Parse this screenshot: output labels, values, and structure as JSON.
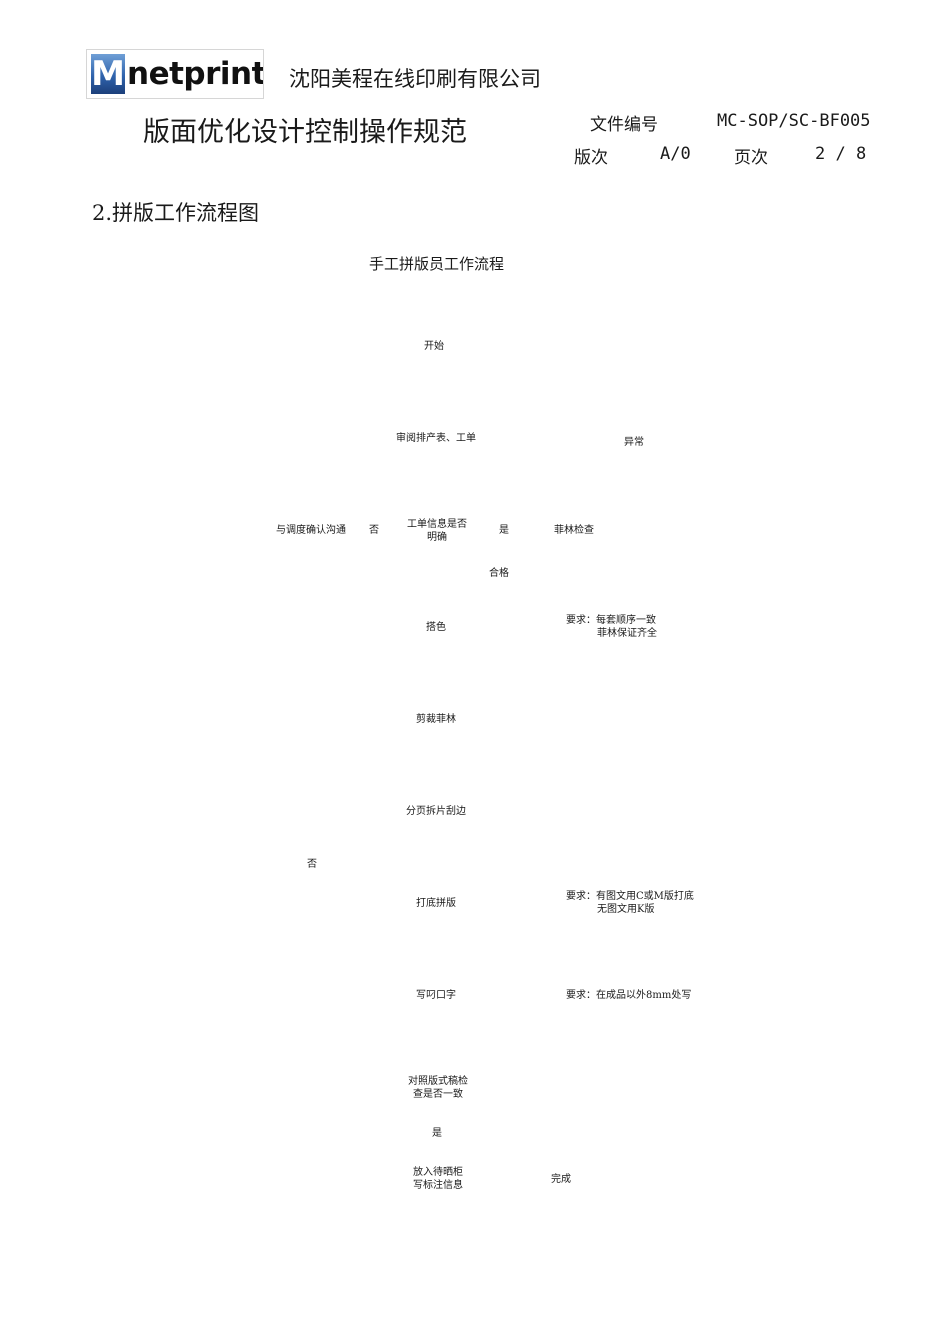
{
  "header": {
    "logo": {
      "mark": "M",
      "word": "netprint"
    },
    "company": "沈阳美程在线印刷有限公司",
    "doc_title": "版面优化设计控制操作规范",
    "file_no_label": "文件编号",
    "file_no": "MC-SOP/SC-BF005",
    "version_label": "版次",
    "version": "A/0",
    "page_label": "页次",
    "page": "2 / 8"
  },
  "section_heading": "2.拼版工作流程图",
  "flowchart": {
    "title": "手工拼版员工作流程",
    "start": "开始",
    "review": "审阅排产表、工单",
    "exception": "异常",
    "confirm": "与调度确认沟通",
    "no_1": "否",
    "decision": [
      "工单信息是否",
      "明确"
    ],
    "yes_1": "是",
    "film_check": "菲林检查",
    "qualified": "合格",
    "match_color": "搭色",
    "req_1": [
      "要求：每套顺序一致",
      "菲林保证齐全"
    ],
    "cut_film": "剪裁菲林",
    "split_pages": "分页拆片刮边",
    "no_2": "否",
    "base_layout": "打底拼版",
    "req_2": [
      "要求：有图文用C或M版打底",
      "无图文用K版"
    ],
    "write_mark": "写叼口字",
    "req_3": "要求：在成品以外8mm处写",
    "compare": [
      "对照版式稿检",
      "查是否一致"
    ],
    "yes_2": "是",
    "store": [
      "放入待晒柜",
      "写标注信息"
    ],
    "done": "完成"
  }
}
